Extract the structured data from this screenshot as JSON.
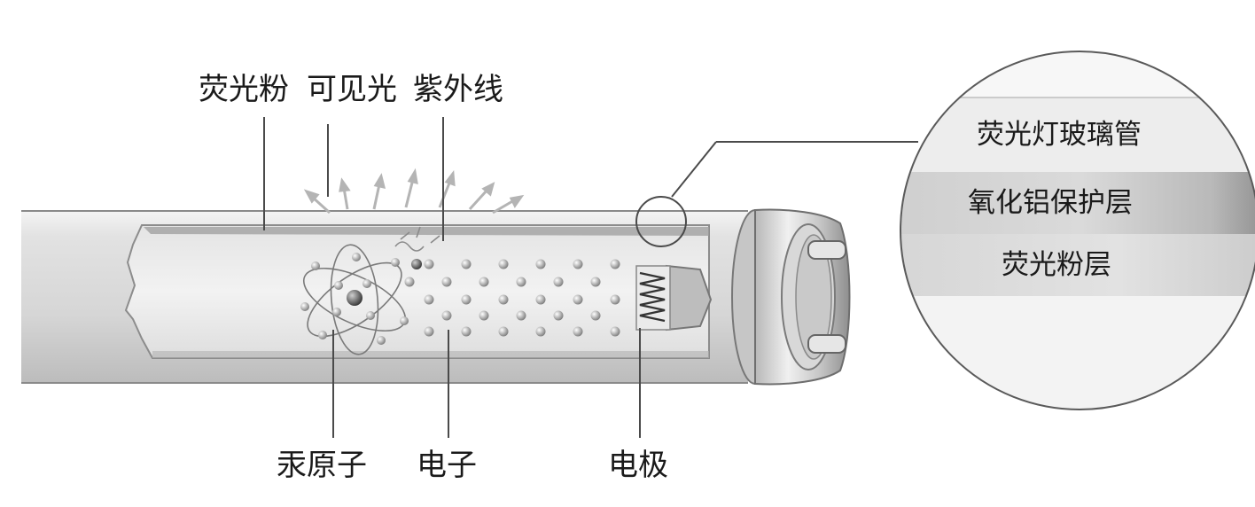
{
  "labels": {
    "phosphor": "荧光粉",
    "visible_light": "可见光",
    "ultraviolet": "紫外线",
    "mercury_atom": "汞原子",
    "electron": "电子",
    "electrode": "电极"
  },
  "zoom": {
    "layers": [
      "荧光灯玻璃管",
      "氧化铝保护层",
      "荧光粉层"
    ]
  },
  "colors": {
    "tube": "#dcdcdc",
    "interior": "#ececec",
    "line": "#4a4a4a",
    "arrow": "#b0b0b0",
    "particle": "#9a9a9a"
  }
}
